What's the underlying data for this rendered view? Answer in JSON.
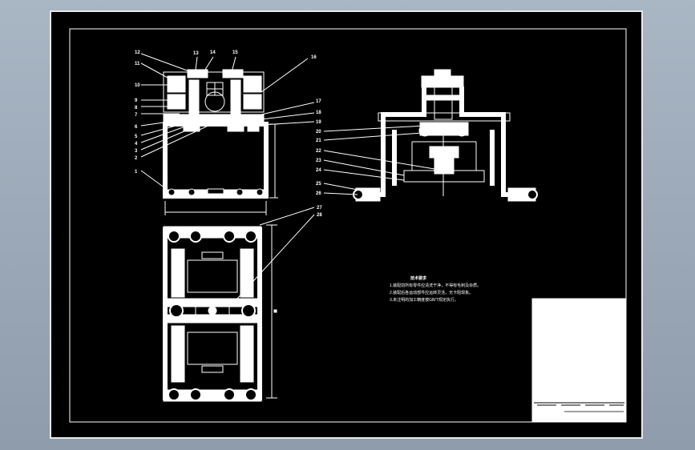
{
  "drawing": {
    "left_callouts": [
      "12",
      "11",
      "10",
      "9",
      "8",
      "7",
      "6",
      "5",
      "4",
      "3",
      "2",
      "1"
    ],
    "top_callouts": [
      "13",
      "14",
      "15"
    ],
    "right_callouts_top": [
      "16",
      "17",
      "18",
      "19"
    ],
    "right_callouts_side": [
      "20",
      "21",
      "22",
      "23",
      "24",
      "25",
      "26"
    ],
    "bottom_callouts": [
      "27",
      "28"
    ],
    "notes_title": "技术要求",
    "notes": [
      "1.装配前所有零件应清洗干净，不得有毛刺及杂质。",
      "2.装配后各运动部件应运转灵活，无卡阻现象。",
      "3.未注明的加工精度按GB/T规定执行。"
    ]
  }
}
